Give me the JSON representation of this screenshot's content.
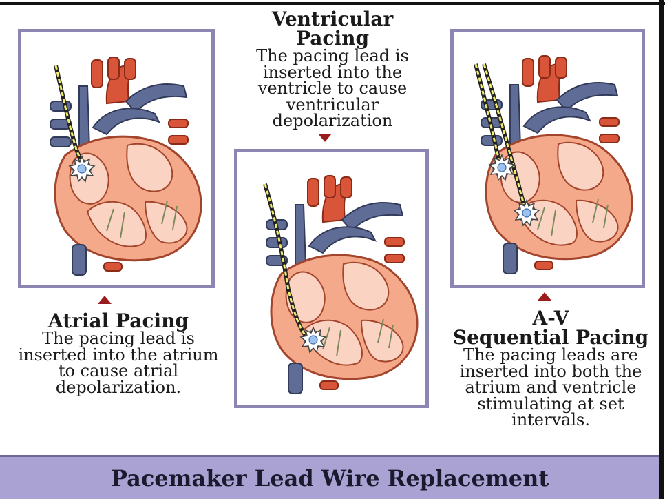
{
  "panels": {
    "atrial": {
      "title": "Atrial Pacing",
      "body": "The pacing lead is\ninserted into the atrium\nto cause atrial\ndepolarization."
    },
    "ventricular": {
      "title": "Ventricular Pacing",
      "body": "The pacing lead is\ninserted into the\nventricle to cause\nventricular\ndepolarization"
    },
    "av": {
      "title": "A-V\nSequential Pacing",
      "body": "The pacing leads are\ninserted into both the\natrium and ventricle\nstimulating at set\nintervals."
    }
  },
  "footer": {
    "title": "Pacemaker Lead Wire Replacement"
  },
  "colors": {
    "panel_border": "#8c86b3",
    "arrow": "#9b1c1c",
    "heart_muscle": "#f3a98a",
    "heart_outline": "#a3442c",
    "vessel_blue": "#5f6c96",
    "aorta_red": "#d8553a",
    "lead_wire": "#f1ec6a",
    "footer_bar": "#a9a2d2"
  }
}
